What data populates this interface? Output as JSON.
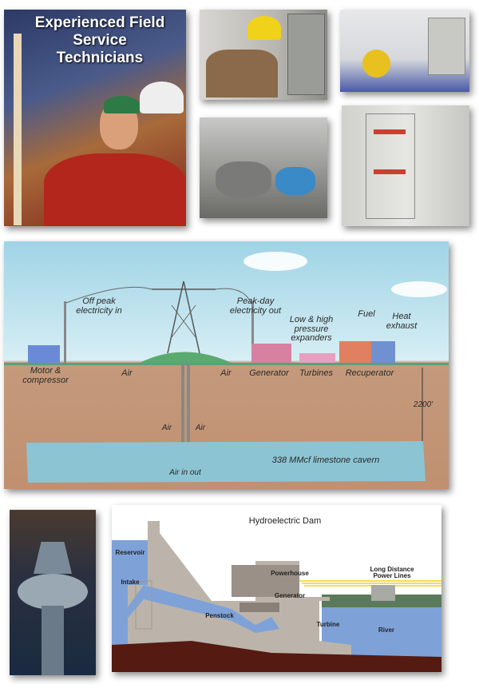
{
  "photos": {
    "technicians": {
      "caption": "Experienced Field Service Technicians"
    },
    "worker": {},
    "pump_room": {},
    "machinery": {},
    "control_panel": {},
    "turbine_runner": {}
  },
  "caes_diagram": {
    "off_peak": "Off peak electricity in",
    "peak_day": "Peak-day electricity out",
    "expanders": "Low & high pressure expanders",
    "fuel": "Fuel",
    "heat_exhaust": "Heat exhaust",
    "motor": "Motor & compressor",
    "air_1": "Air",
    "air_2": "Air",
    "generator": "Generator",
    "turbines": "Turbines",
    "recuperator": "Recuperator",
    "depth": "2200'",
    "air_down": "Air",
    "air_up": "Air",
    "cavern": "338 MMcf limestone cavern",
    "air_in_out": "Air in out"
  },
  "dam_diagram": {
    "title": "Hydroelectric Dam",
    "reservoir": "Reservoir",
    "intake": "Intake",
    "powerhouse": "Powerhouse",
    "power_lines": "Long Distance Power Lines",
    "generator": "Generator",
    "penstock": "Penstock",
    "turbine": "Turbine",
    "river": "River"
  }
}
